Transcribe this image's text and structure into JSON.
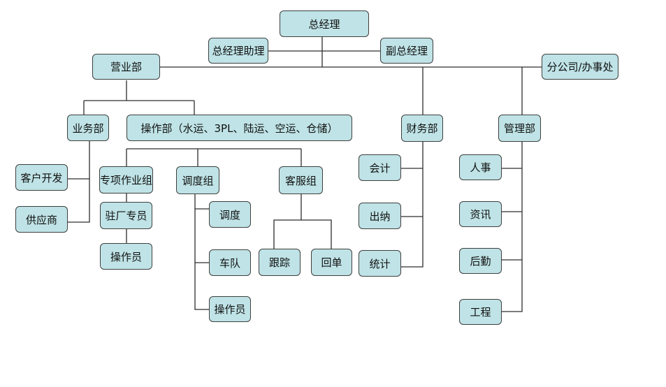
{
  "nodes": {
    "gm": "总经理",
    "gm_assistant": "总经理助理",
    "deputy_gm": "副总经理",
    "sales_dept": "营业部",
    "branch_office": "分公司/办事处",
    "business_dept": "业务部",
    "operations_dept": "操作部（水运、3PL、陆运、空运、仓储）",
    "finance_dept": "财务部",
    "management_dept": "管理部",
    "client_dev": "客户开发",
    "supplier": "供应商",
    "special_ops_group": "专项作业组",
    "onsite_specialist": "驻厂专员",
    "operator_a": "操作员",
    "dispatch_group": "调度组",
    "dispatch": "调度",
    "fleet": "车队",
    "operator_b": "操作员",
    "customer_service_group": "客服组",
    "tracking": "跟踪",
    "return_docs": "回单",
    "accounting": "会计",
    "cashier": "出纳",
    "statistics": "统计",
    "hr": "人事",
    "info": "资讯",
    "logistics": "后勤",
    "engineering": "工程"
  }
}
